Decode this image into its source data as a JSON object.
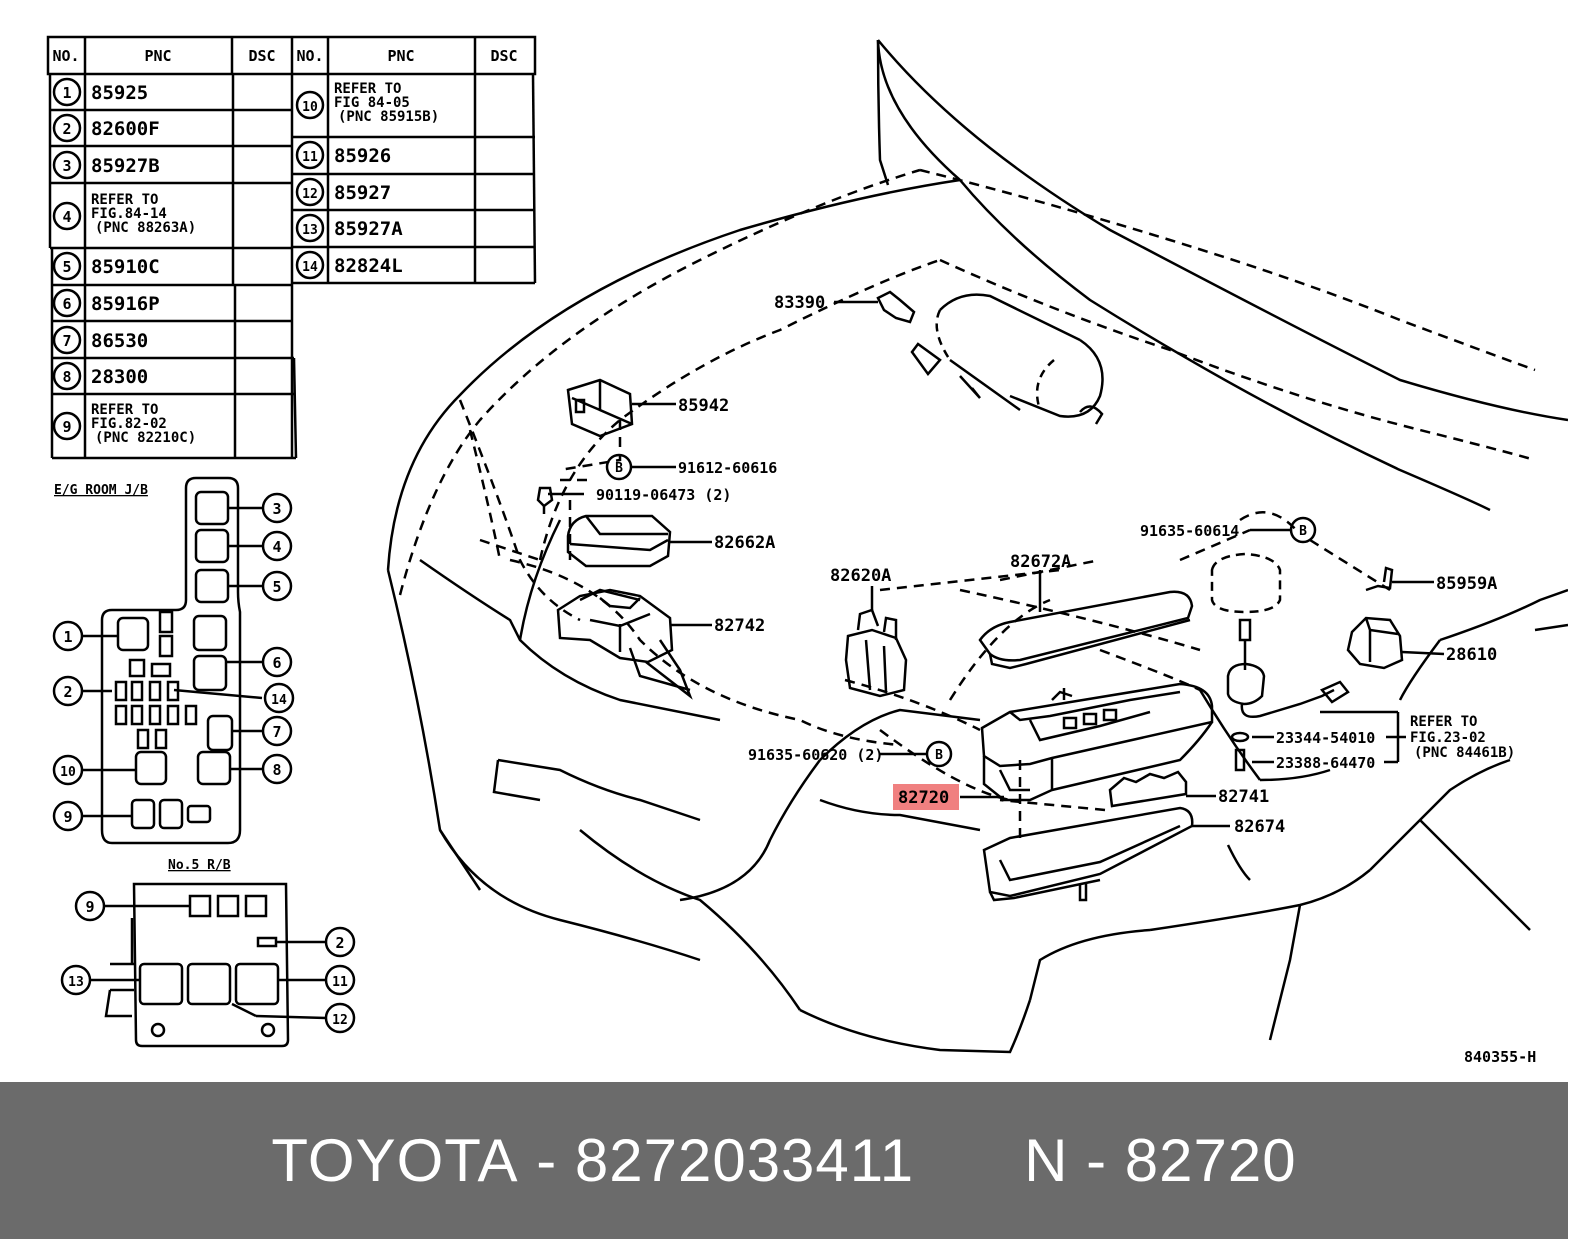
{
  "table_headers": {
    "no": "NO.",
    "pnc": "PNC",
    "dsc": "DSC"
  },
  "table_left": [
    {
      "no": "1",
      "pnc": [
        "85925"
      ]
    },
    {
      "no": "2",
      "pnc": [
        "82600F"
      ]
    },
    {
      "no": "3",
      "pnc": [
        "85927B"
      ]
    },
    {
      "no": "4",
      "pnc": [
        "REFER TO",
        "FIG.84-14",
        "(PNC 88263A)"
      ]
    },
    {
      "no": "5",
      "pnc": [
        "85910C"
      ]
    },
    {
      "no": "6",
      "pnc": [
        "85916P"
      ]
    },
    {
      "no": "7",
      "pnc": [
        "86530"
      ]
    },
    {
      "no": "8",
      "pnc": [
        "28300"
      ]
    },
    {
      "no": "9",
      "pnc": [
        "REFER TO",
        "FIG.82-02",
        "(PNC 82210C)"
      ]
    }
  ],
  "table_right": [
    {
      "no": "10",
      "pnc": [
        "REFER TO",
        "FIG 84-05",
        "(PNC 85915B)"
      ]
    },
    {
      "no": "11",
      "pnc": [
        "85926"
      ]
    },
    {
      "no": "12",
      "pnc": [
        "85927"
      ]
    },
    {
      "no": "13",
      "pnc": [
        "85927A"
      ]
    },
    {
      "no": "14",
      "pnc": [
        "82824L"
      ]
    }
  ],
  "inset_labels": {
    "jb": "E/G ROOM J/B",
    "rb": "No.5 R/B"
  },
  "callouts": {
    "c83390": "83390",
    "c85942": "85942",
    "c91612": "91612-60616",
    "c90119": "90119-06473 (2)",
    "c82662a": "82662A",
    "c82742": "82742",
    "c82620a": "82620A",
    "c82672a": "82672A",
    "c91635a": "91635-60614",
    "c85959a": "85959A",
    "c28610": "28610",
    "c91635b": "91635-60620 (2)",
    "c82720": "82720",
    "c82741": "82741",
    "c82674": "82674",
    "c23344": "23344-54010",
    "c23388": "23388-64470",
    "ref1": "REFER TO",
    "ref2": "FIG.23-02",
    "ref3": "(PNC 84461B)",
    "b_letter": "B"
  },
  "figure_id": "840355-H",
  "highlight_color": "#f08080",
  "footer": {
    "brand": "TOYOTA",
    "sep": "-",
    "part_number": "8272033411",
    "n_label": "N",
    "n_value": "82720"
  }
}
